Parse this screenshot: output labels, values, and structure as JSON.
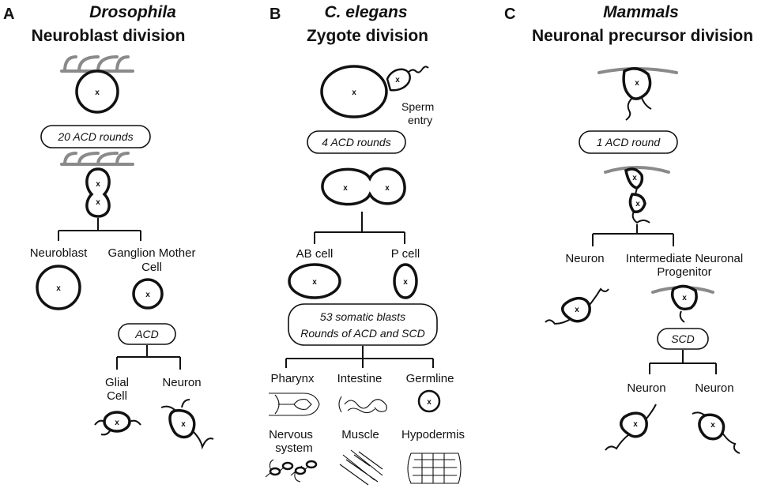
{
  "panels": [
    {
      "letter": "A",
      "subtitle": "Drosophila",
      "title": "Neuroblast division",
      "rounds": "20 ACD rounds",
      "daughters": [
        "Neuroblast",
        "Ganglion Mother",
        "Cell"
      ],
      "division": "ACD",
      "progeny": [
        "Glial",
        "Cell",
        "Neuron"
      ]
    },
    {
      "letter": "B",
      "subtitle": "C. elegans",
      "title": "Zygote division",
      "sperm_label": [
        "Sperm",
        "entry"
      ],
      "rounds": "4 ACD rounds",
      "daughters": [
        "AB cell",
        "P cell"
      ],
      "blasts": [
        "53 somatic blasts",
        "Rounds of ACD and SCD"
      ],
      "tissues": [
        "Pharynx",
        "Intestine",
        "Germline",
        "Nervous",
        "system",
        "Muscle",
        "Hypodermis"
      ]
    },
    {
      "letter": "C",
      "subtitle": "Mammals",
      "title": "Neuronal precursor division",
      "rounds": "1 ACD round",
      "daughters": [
        "Neuron",
        "Intermediate Neuronal",
        "Progenitor"
      ],
      "division": "SCD",
      "progeny": [
        "Neuron",
        "Neuron"
      ]
    }
  ]
}
